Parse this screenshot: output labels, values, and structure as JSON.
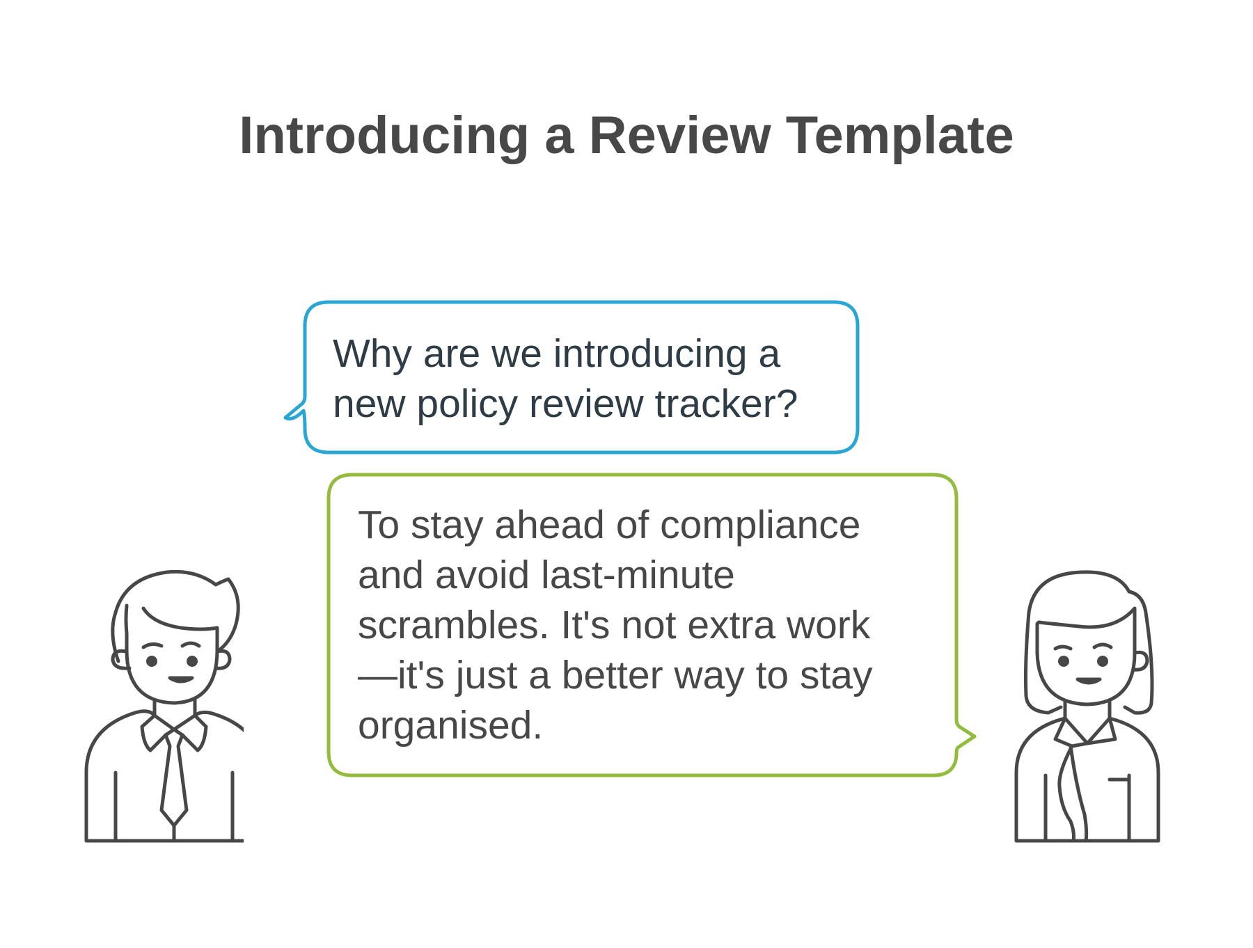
{
  "title": "Introducing a Review Template",
  "conversation": {
    "question": {
      "text": "Why are we introducing a\nnew policy review tracker?",
      "border_color": "#2aa6d4"
    },
    "answer": {
      "text": "To stay ahead of compliance\nand avoid last-minute\nscrambles. It's not extra work\n—it's just a better way to stay\norganised.",
      "border_color": "#93bb3c"
    }
  },
  "people": {
    "left": {
      "icon": "man-with-tie-icon"
    },
    "right": {
      "icon": "woman-icon"
    }
  },
  "colors": {
    "outline": "#474747",
    "title": "#484848"
  }
}
